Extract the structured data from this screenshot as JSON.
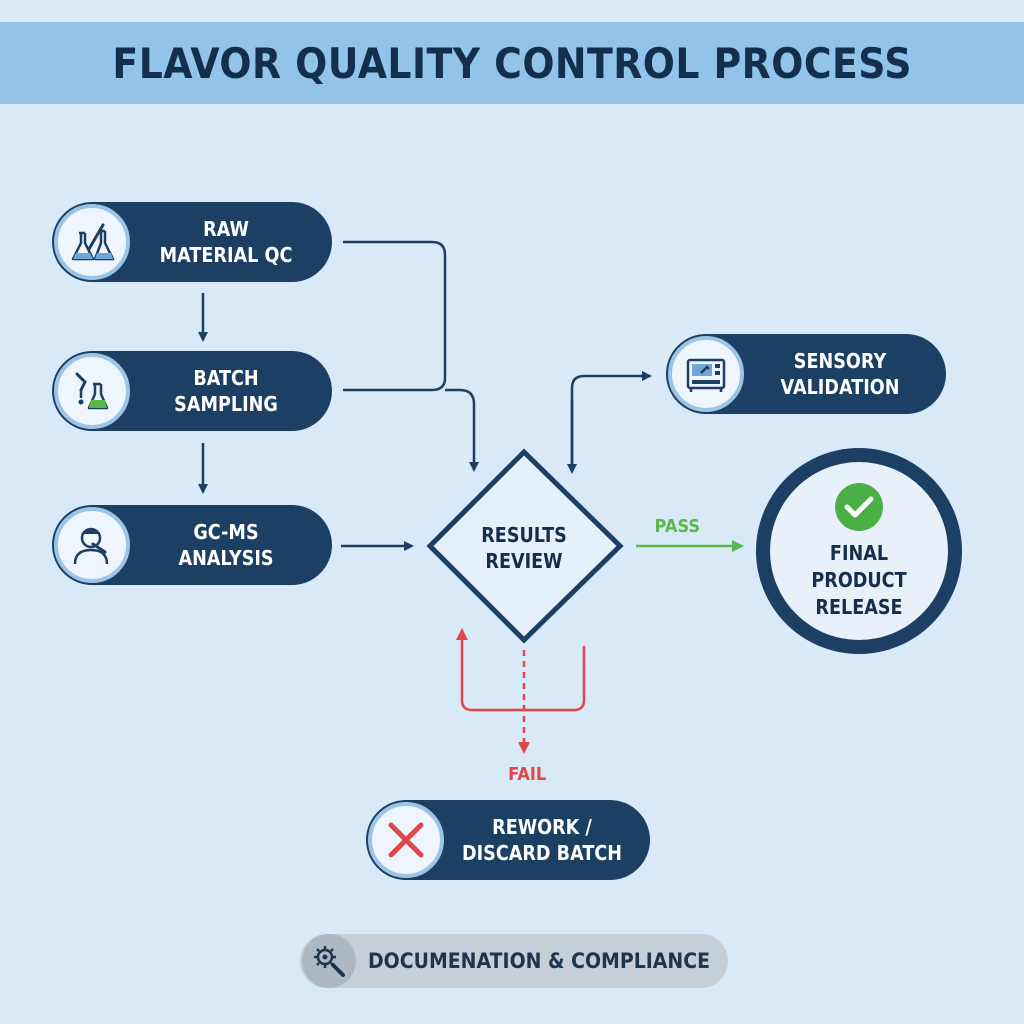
{
  "title": "FLAVOR QUALITY CONTROL PROCESS",
  "nodes": {
    "raw_material_qc": {
      "label": "RAW\nMATERIAL QC",
      "icon": "flask-icon"
    },
    "batch_sampling": {
      "label": "BATCH SAMPLING",
      "icon": "dropper-icon"
    },
    "gc_ms_analysis": {
      "label": "GC-MS\nANALYSIS",
      "icon": "taster-icon"
    },
    "results_review": {
      "label": "RESULTS\nREVIEW"
    },
    "sensory_validation": {
      "label": "SENSORY\nVALIDATION",
      "icon": "instrument-icon"
    },
    "final_product_release": {
      "label": "FINAL PRODUCT\nRELEASE",
      "icon": "check-icon"
    },
    "rework_discard": {
      "label": "REWORK /\nDISCARD BATCH",
      "icon": "x-icon"
    }
  },
  "edges": {
    "pass_label": "PASS",
    "fail_label": "FAIL"
  },
  "footer": {
    "label": "DOCUMENATION & COMPLIANCE",
    "icon": "gear-magnifier-icon"
  },
  "colors": {
    "background": "#d8e9f8",
    "title_band": "#92c3e8",
    "node_fill": "#1d3f64",
    "pass": "#5cb84a",
    "fail": "#e04848"
  }
}
